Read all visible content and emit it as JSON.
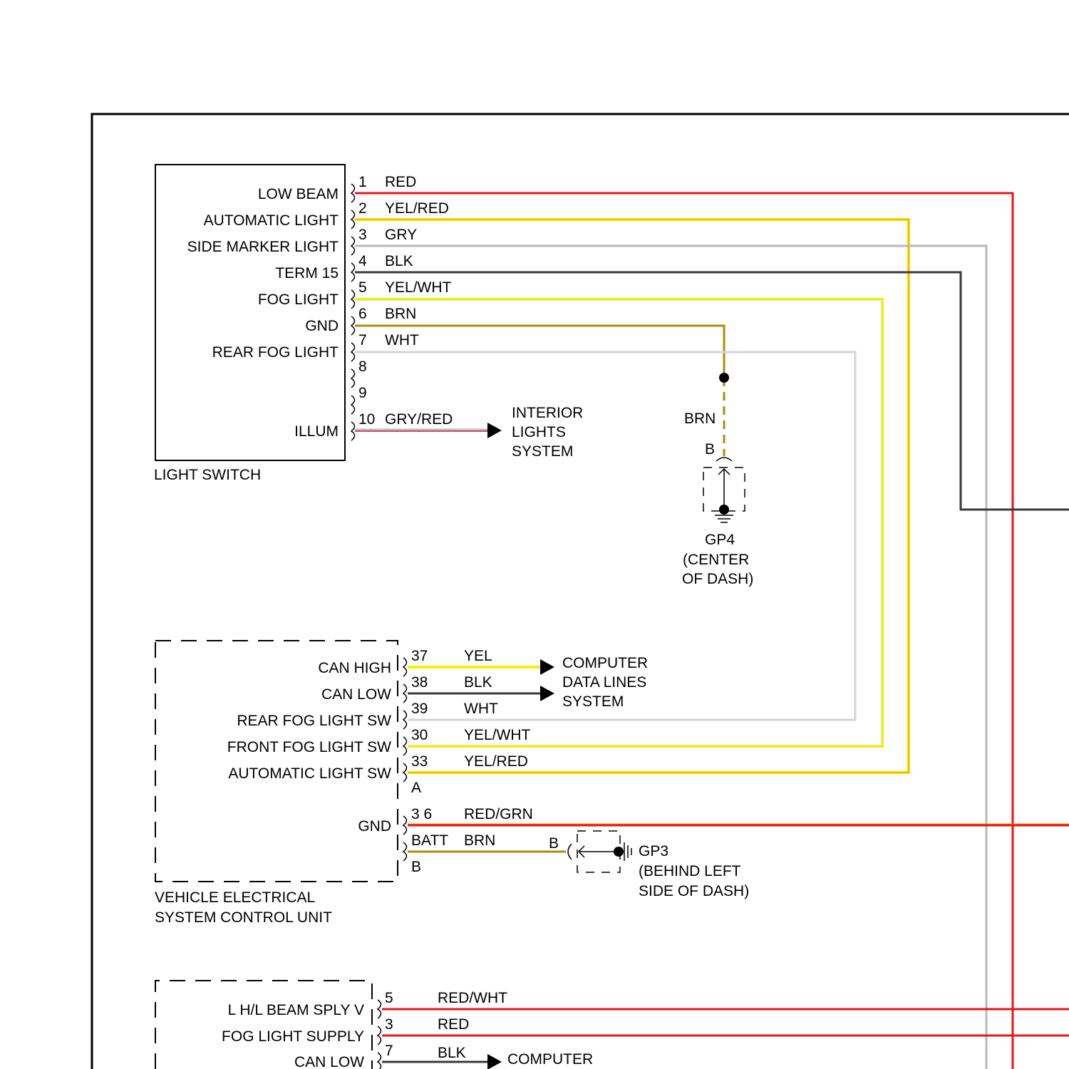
{
  "colors": {
    "red": "#e8141c",
    "yellow": "#f4f000",
    "gray": "#b8b8b8",
    "black": "#3a3a3a",
    "brown": "#b08a0a",
    "white_wire": "#d4d4d4",
    "gry_red_gray": "#a9c0d6",
    "red_grn_green": "#f0a000",
    "yel_red_red": "#ff7a00"
  },
  "light_switch": {
    "name": "LIGHT SWITCH",
    "pins": [
      {
        "label": "LOW BEAM",
        "pin": "1",
        "wire": "RED"
      },
      {
        "label": "AUTOMATIC LIGHT",
        "pin": "2",
        "wire": "YEL/RED"
      },
      {
        "label": "SIDE MARKER LIGHT",
        "pin": "3",
        "wire": "GRY"
      },
      {
        "label": "TERM 15",
        "pin": "4",
        "wire": "BLK"
      },
      {
        "label": "FOG LIGHT",
        "pin": "5",
        "wire": "YEL/WHT"
      },
      {
        "label": "GND",
        "pin": "6",
        "wire": "BRN"
      },
      {
        "label": "REAR FOG LIGHT",
        "pin": "7",
        "wire": "WHT"
      },
      {
        "label": "",
        "pin": "8",
        "wire": ""
      },
      {
        "label": "",
        "pin": "9",
        "wire": ""
      },
      {
        "label": "ILLUM",
        "pin": "10",
        "wire": "GRY/RED"
      }
    ]
  },
  "interior_lights": [
    "INTERIOR",
    "LIGHTS",
    "SYSTEM"
  ],
  "gp4": {
    "wire": "BRN",
    "connector": "B",
    "name": "GP4",
    "location": [
      "(CENTER",
      "OF DASH)"
    ]
  },
  "vescu": {
    "name": [
      "VEHICLE ELECTRICAL",
      "SYSTEM CONTROL UNIT"
    ],
    "pins": [
      {
        "label": "CAN HIGH",
        "pin": "37",
        "wire": "YEL"
      },
      {
        "label": "CAN LOW",
        "pin": "38",
        "wire": "BLK"
      },
      {
        "label": "REAR FOG LIGHT SW",
        "pin": "39",
        "wire": "WHT"
      },
      {
        "label": "FRONT FOG LIGHT SW",
        "pin": "30",
        "wire": "YEL/WHT"
      },
      {
        "label": "AUTOMATIC LIGHT SW",
        "pin": "33",
        "wire": "YEL/RED"
      }
    ],
    "connector_a": "A",
    "gnd_label": "GND",
    "gnd_pin": "3 6",
    "gnd_wire": "RED/GRN",
    "batt_pin": "BATT",
    "batt_wire": "BRN",
    "connector_b": "B"
  },
  "computer_data": [
    "COMPUTER",
    "DATA LINES",
    "SYSTEM"
  ],
  "gp3": {
    "connector": "B",
    "name": "GP3",
    "location": [
      "(BEHIND LEFT",
      "SIDE OF DASH)"
    ]
  },
  "bottom_module": {
    "pins": [
      {
        "label": "L H/L BEAM SPLY V",
        "pin": "5",
        "wire": "RED/WHT"
      },
      {
        "label": "FOG LIGHT SUPPLY",
        "pin": "3",
        "wire": "RED"
      },
      {
        "label": "CAN LOW",
        "pin": "7",
        "wire": "BLK"
      }
    ],
    "destination": "COMPUTER"
  }
}
